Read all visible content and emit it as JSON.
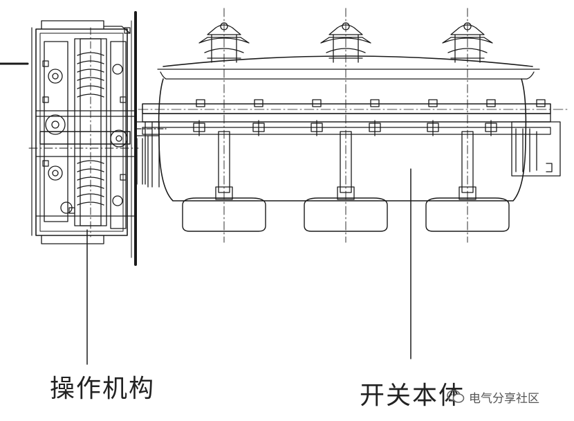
{
  "labels": {
    "operating_mechanism": "操作机构",
    "switch_body": "开关本体"
  },
  "watermark": {
    "text": "电气分享社区",
    "icon": "wechat-icon"
  },
  "colors": {
    "line": "#1a1a1a",
    "background": "#ffffff"
  }
}
